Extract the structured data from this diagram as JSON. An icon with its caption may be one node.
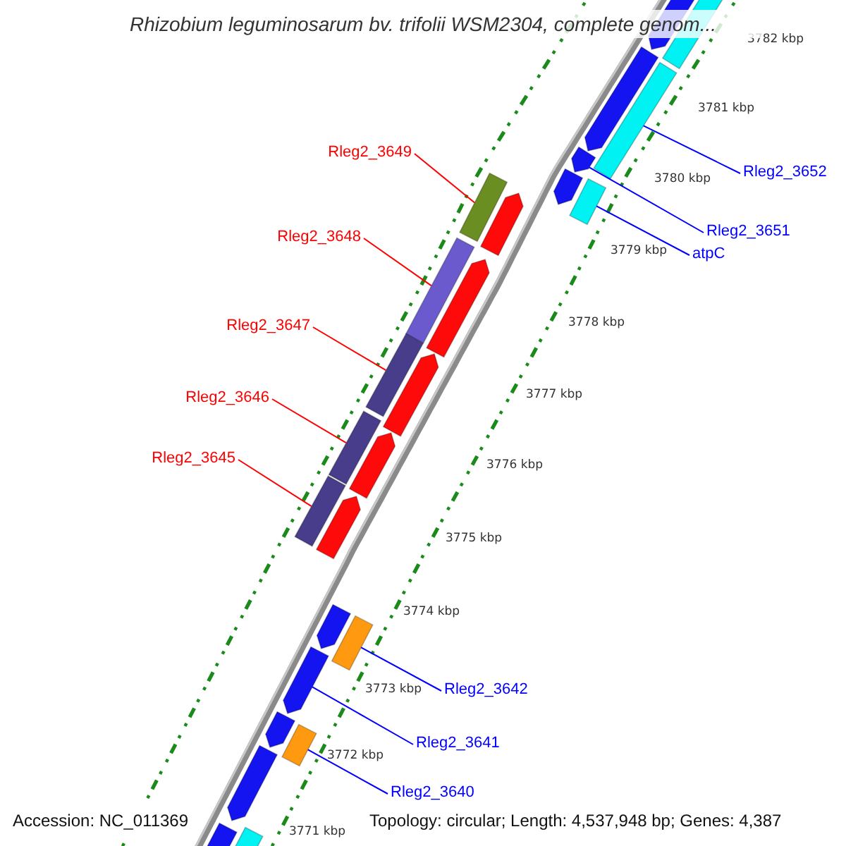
{
  "diagram": {
    "title": "Rhizobium leguminosarum bv. trifolii WSM2304, complete genom...",
    "nodes": [
      {
        "text": [
          "Rleg2_3649"
        ]
      },
      {
        "text": [
          "Rleg2_3652"
        ]
      },
      {
        "text": [
          "Rleg2_3651"
        ]
      },
      {
        "text": [
          "Rleg2_3648"
        ]
      },
      {
        "text": [
          "atpC"
        ]
      },
      {
        "text": [
          "Rleg2_3647"
        ]
      },
      {
        "text": [
          "Rleg2_3646"
        ]
      },
      {
        "text": [
          "Rleg2_3645"
        ]
      },
      {
        "text": [
          "Rleg2_3642"
        ]
      },
      {
        "text": [
          "Rleg2_3641"
        ]
      },
      {
        "text": [
          "Rleg2_3640"
        ]
      },
      {
        "text": [],
        "shape": "arrow"
      },
      {
        "text": [],
        "shape": "box"
      },
      {
        "text": [],
        "shape": "arrow"
      },
      {
        "text": [],
        "shape": "box"
      },
      {
        "text": [],
        "shape": "arrow"
      },
      {
        "text": [],
        "shape": "arrow"
      },
      {
        "text": [],
        "shape": "box"
      },
      {
        "text": [],
        "shape": "box"
      },
      {
        "text": [],
        "shape": "arrow"
      },
      {
        "text": [],
        "shape": "box"
      },
      {
        "text": [],
        "shape": "arrow"
      },
      {
        "text": [],
        "shape": "box"
      },
      {
        "text": [],
        "shape": "arrow"
      },
      {
        "text": [],
        "shape": "box"
      },
      {
        "text": [],
        "shape": "arrow"
      },
      {
        "text": [],
        "shape": "box"
      },
      {
        "text": [],
        "shape": "arrow"
      },
      {
        "text": [],
        "shape": "arrow"
      },
      {
        "text": [],
        "shape": "box"
      },
      {
        "text": [],
        "shape": "arrow"
      },
      {
        "text": [],
        "shape": "arrow"
      },
      {
        "text": [],
        "shape": "box"
      },
      {
        "text": [],
        "shape": "arrow"
      },
      {
        "text": [],
        "shape": "arrow"
      },
      {
        "text": [],
        "shape": "box"
      }
    ],
    "edges": [
      {
        "from": 0,
        "to": 17,
        "arrow": "none",
        "color": "#ff0000"
      },
      {
        "from": 1,
        "to": 14,
        "arrow": "none"
      },
      {
        "from": 2,
        "to": 15,
        "arrow": "none"
      },
      {
        "from": 3,
        "to": 20,
        "arrow": "none",
        "color": "#ff0000"
      },
      {
        "from": 4,
        "to": 18,
        "arrow": "none"
      },
      {
        "from": 5,
        "to": 22,
        "arrow": "none",
        "color": "#ff0000"
      },
      {
        "from": 6,
        "to": 24,
        "arrow": "none",
        "color": "#ff0000"
      },
      {
        "from": 7,
        "to": 26,
        "arrow": "none",
        "color": "#ff0000"
      },
      {
        "from": 8,
        "to": 29,
        "arrow": "none"
      },
      {
        "from": 9,
        "to": 30,
        "arrow": "none"
      },
      {
        "from": 10,
        "to": 32,
        "arrow": "none"
      }
    ],
    "labels": [
      "3782 kbp",
      "3781 kbp",
      "3780 kbp",
      "3779 kbp",
      "3778 kbp",
      "3777 kbp",
      "3776 kbp",
      "3775 kbp",
      "3774 kbp",
      "3773 kbp",
      "3772 kbp",
      "3771 kbp",
      "Accession: NC_011369",
      "Topology: circular; Length: 4,537,948 bp; Genes: 4,387"
    ]
  }
}
